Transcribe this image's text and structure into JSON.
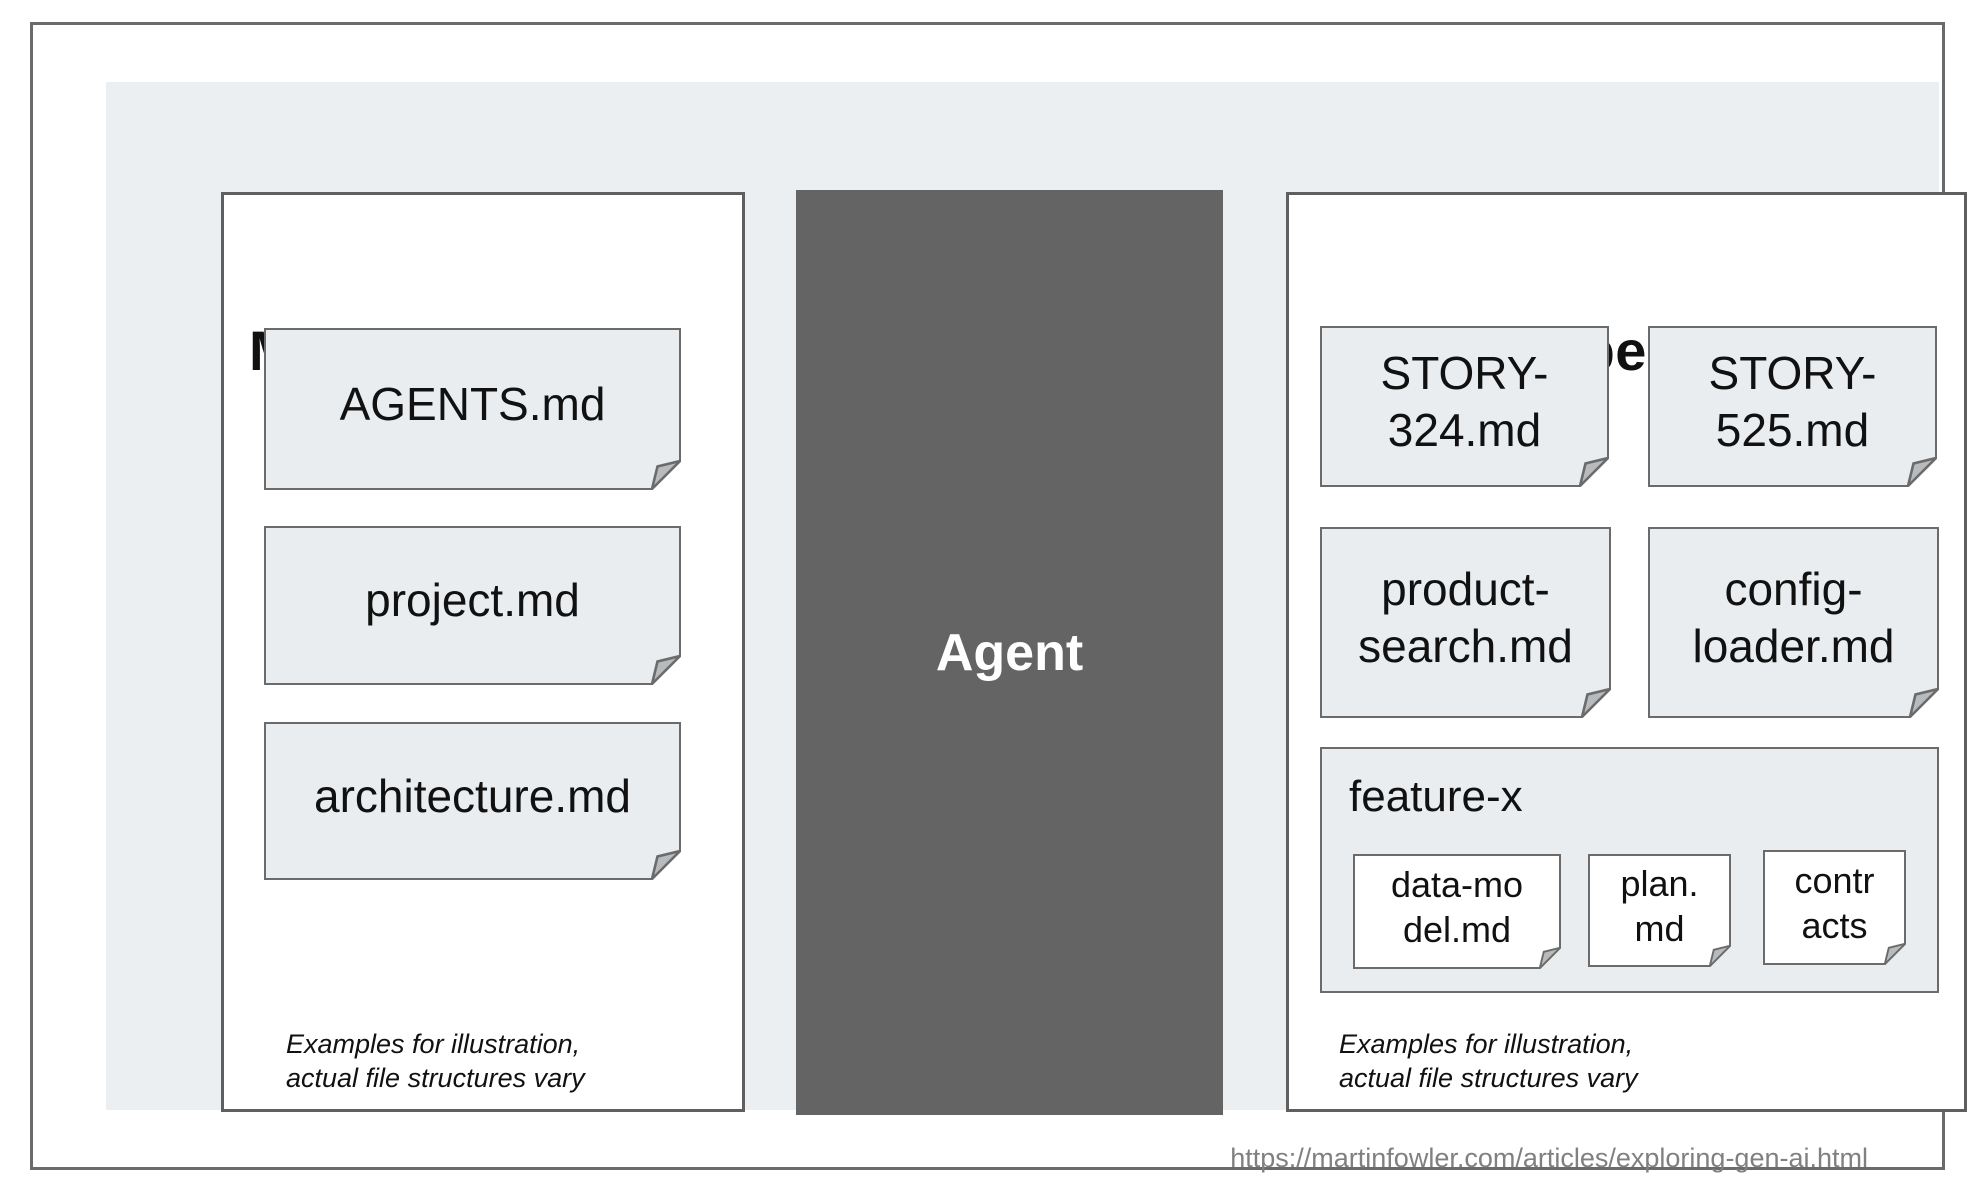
{
  "diagram": {
    "memory_bank": {
      "title": "Memory bank",
      "files": [
        {
          "lines": [
            "AGENTS.md"
          ]
        },
        {
          "lines": [
            "project.md"
          ]
        },
        {
          "lines": [
            "architecture.md"
          ]
        }
      ],
      "caption_line1": "Examples for illustration,",
      "caption_line2": "actual file structures vary"
    },
    "agent": {
      "label": "Agent"
    },
    "specs": {
      "title": "Specs",
      "files": [
        {
          "lines": [
            "STORY-",
            "324.md"
          ]
        },
        {
          "lines": [
            "STORY-",
            "525.md"
          ]
        },
        {
          "lines": [
            "product-",
            "search.md"
          ]
        },
        {
          "lines": [
            "config-",
            "loader.md"
          ]
        }
      ],
      "folder": {
        "label": "feature-x",
        "files": [
          {
            "lines": [
              "data-mo",
              "del.md"
            ]
          },
          {
            "lines": [
              "plan.",
              "md"
            ]
          },
          {
            "lines": [
              "contr",
              "acts"
            ]
          }
        ]
      },
      "caption_line1": "Examples for illustration,",
      "caption_line2": "actual file structures vary"
    },
    "source_url": "https://martinfowler.com/articles/exploring-gen-ai.html",
    "colors": {
      "canvas_background": "#eceff1",
      "note_fill": "#e9edf0",
      "agent_fill": "#646464",
      "panel_border": "#5f5f5f",
      "note_border": "#6b6b6b",
      "fold_fill": "#b7bbbd",
      "url_text": "#808080"
    }
  }
}
